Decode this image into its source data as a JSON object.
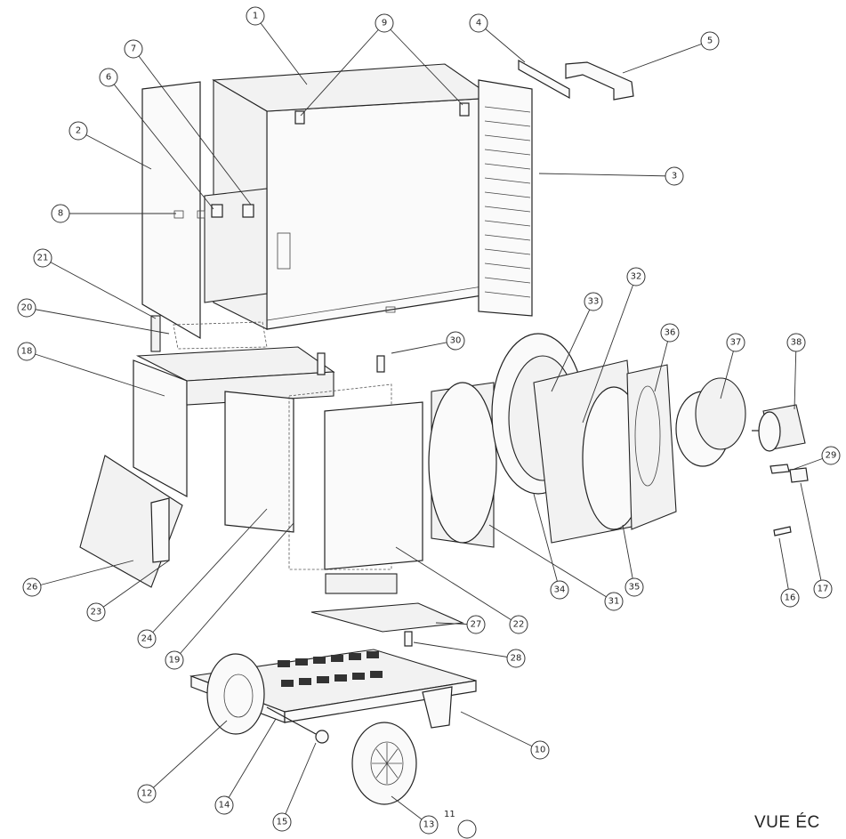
{
  "caption": "VUE ÉC",
  "callouts": {
    "c1": "1",
    "c2": "2",
    "c3": "3",
    "c4": "4",
    "c5": "5",
    "c6": "6",
    "c7": "7",
    "c8": "8",
    "c9": "9",
    "c10": "10",
    "c12": "12",
    "c13": "13",
    "c14": "14",
    "c15": "15",
    "c16": "16",
    "c17": "17",
    "c18": "18",
    "c19": "19",
    "c20": "20",
    "c21": "21",
    "c22": "22",
    "c23": "23",
    "c24": "24",
    "c26": "26",
    "c27": "27",
    "c28": "28",
    "c29": "29",
    "c30": "30",
    "c31": "31",
    "c32": "32",
    "c33": "33",
    "c34": "34",
    "c35": "35",
    "c36": "36",
    "c37": "37",
    "c38": "38"
  },
  "inline_label_11": "11"
}
